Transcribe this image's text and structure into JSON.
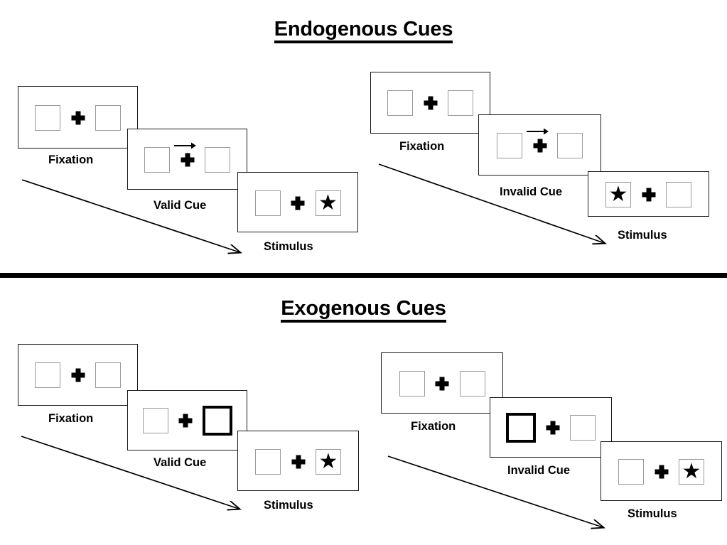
{
  "figure": {
    "sections": [
      {
        "id": "endogenous",
        "title": "Endogenous Cues",
        "conditions": [
          {
            "id": "endogenous-valid",
            "cue_label": "Valid Cue",
            "frames": [
              {
                "caption": "Fixation",
                "left_box": "empty",
                "right_box": "empty",
                "cue": "none",
                "center": "fixation-cross"
              },
              {
                "caption": "Valid Cue",
                "left_box": "empty",
                "right_box": "empty",
                "cue": "arrow-right",
                "center": "fixation-cross"
              },
              {
                "caption": "Stimulus",
                "left_box": "empty",
                "right_box": "star",
                "cue": "none",
                "center": "fixation-cross"
              }
            ]
          },
          {
            "id": "endogenous-invalid",
            "cue_label": "Invalid Cue",
            "frames": [
              {
                "caption": "Fixation",
                "left_box": "empty",
                "right_box": "empty",
                "cue": "none",
                "center": "fixation-cross"
              },
              {
                "caption": "Invalid Cue",
                "left_box": "empty",
                "right_box": "empty",
                "cue": "arrow-right",
                "center": "fixation-cross"
              },
              {
                "caption": "Stimulus",
                "left_box": "star",
                "right_box": "empty",
                "cue": "none",
                "center": "fixation-cross"
              }
            ]
          }
        ]
      },
      {
        "id": "exogenous",
        "title": "Exogenous Cues",
        "conditions": [
          {
            "id": "exogenous-valid",
            "cue_label": "Valid Cue",
            "frames": [
              {
                "caption": "Fixation",
                "left_box": "empty",
                "right_box": "empty",
                "cue": "none",
                "center": "fixation-cross"
              },
              {
                "caption": "Valid Cue",
                "left_box": "empty",
                "right_box": "highlighted",
                "cue": "box-flash-right",
                "center": "fixation-cross"
              },
              {
                "caption": "Stimulus",
                "left_box": "empty",
                "right_box": "star",
                "cue": "none",
                "center": "fixation-cross"
              }
            ]
          },
          {
            "id": "exogenous-invalid",
            "cue_label": "Invalid Cue",
            "frames": [
              {
                "caption": "Fixation",
                "left_box": "empty",
                "right_box": "empty",
                "cue": "none",
                "center": "fixation-cross"
              },
              {
                "caption": "Invalid Cue",
                "left_box": "highlighted",
                "right_box": "empty",
                "cue": "box-flash-left",
                "center": "fixation-cross"
              },
              {
                "caption": "Stimulus",
                "left_box": "empty",
                "right_box": "star",
                "cue": "none",
                "center": "fixation-cross"
              }
            ]
          }
        ]
      }
    ],
    "glyphs": {
      "star": "★",
      "arrow_right": "→"
    },
    "colors": {
      "ink": "#000000",
      "frame_border": "#1a1a1a",
      "box_border": "#9a9a9a",
      "cue_border": "#000000",
      "background": "#ffffff"
    }
  }
}
